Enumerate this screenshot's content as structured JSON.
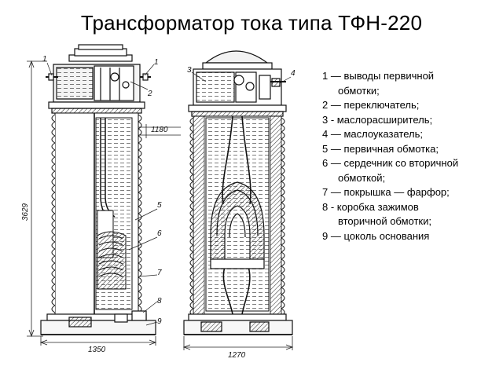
{
  "title": "Трансформатор тока типа ТФН-220",
  "dimensions": {
    "height": "3629",
    "width_left": "1350",
    "width_right": "1270",
    "side": "1180"
  },
  "callouts_left": [
    "1",
    "1",
    "2",
    "5",
    "6",
    "7",
    "8",
    "9"
  ],
  "callouts_right": [
    "3",
    "4"
  ],
  "legend": [
    {
      "line1": "1 — выводы первичной",
      "line2": "обмотки;"
    },
    {
      "line1": "2 — переключатель;",
      "line2": ""
    },
    {
      "line1": "3 - маслорасширитель;",
      "line2": ""
    },
    {
      "line1": "4 — маслоуказатель;",
      "line2": ""
    },
    {
      "line1": "5 — первичная обмотка;",
      "line2": ""
    },
    {
      "line1": "6 — сердечник со вторичной",
      "line2": "обмоткой;"
    },
    {
      "line1": "7 — покрышка — фарфор;",
      "line2": ""
    },
    {
      "line1": "8 -  коробка зажимов",
      "line2": "вторичной обмотки;"
    },
    {
      "line1": "9 — цоколь основания",
      "line2": ""
    }
  ]
}
